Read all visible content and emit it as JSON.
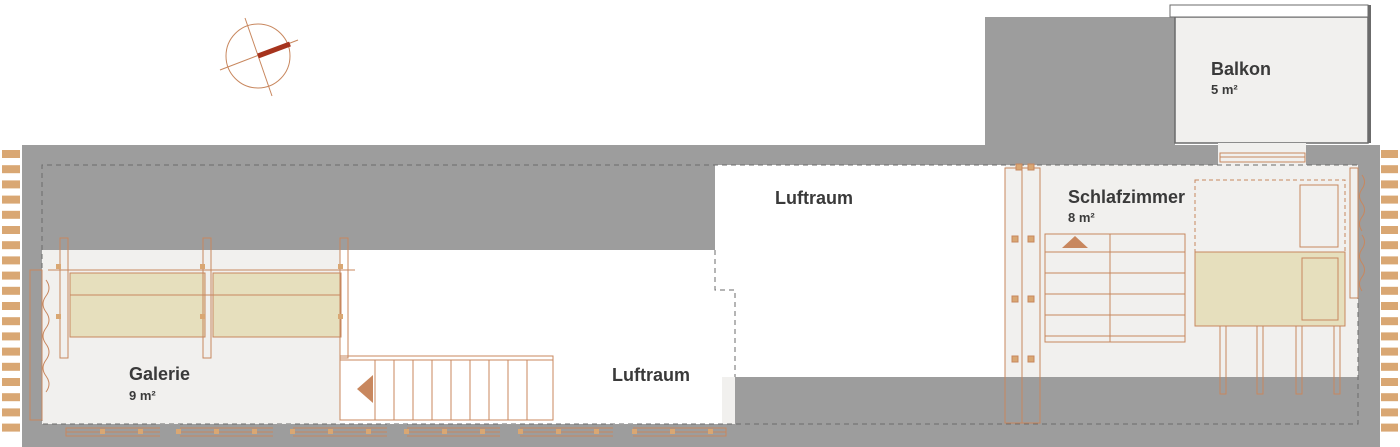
{
  "colors": {
    "wall": "#9d9d9d",
    "floor": "#f1f0ee",
    "accent": "#c8875e",
    "furniture": "#e6dfbd",
    "brick": "#d9a773",
    "compass_needle": "#a6331d"
  },
  "compass": {
    "icon": "compass-icon"
  },
  "rooms": {
    "balkon": {
      "name": "Balkon",
      "area": "5 m²"
    },
    "schlafzimmer": {
      "name": "Schlafzimmer",
      "area": "8 m²"
    },
    "galerie": {
      "name": "Galerie",
      "area": "9 m²"
    },
    "luftraum_upper": {
      "name": "Luftraum"
    },
    "luftraum_lower": {
      "name": "Luftraum"
    }
  }
}
